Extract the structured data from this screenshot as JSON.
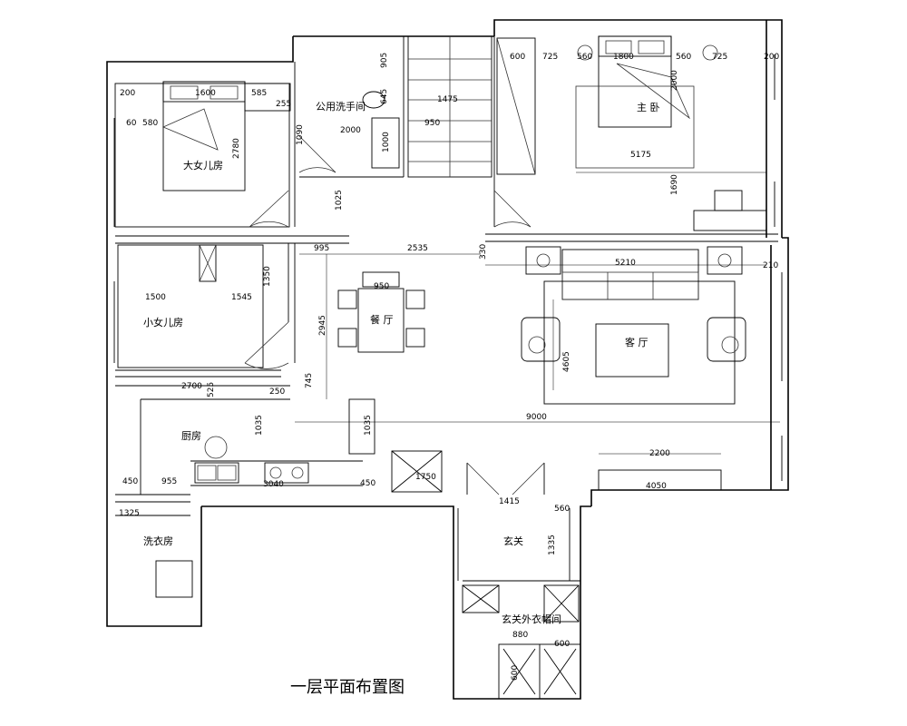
{
  "title": "一层平面布置图",
  "rooms": {
    "master": "主 卧",
    "public_bath": "公用洗手间",
    "elder_daughter": "大女儿房",
    "younger_daughter": "小女儿房",
    "dining": "餐 厅",
    "living": "客 厅",
    "kitchen": "厨房",
    "laundry": "洗衣房",
    "foyer": "玄关",
    "foyer_closet": "玄关外衣帽间"
  },
  "dims": {
    "d1800": "1800",
    "d725a": "725",
    "d725b": "725",
    "d560a": "560",
    "d560b": "560",
    "d600top": "600",
    "d200a": "200",
    "d2000v": "2000",
    "d5175": "5175",
    "d1690": "1690",
    "d1600": "1600",
    "d585": "585",
    "d255": "255",
    "d200b": "200",
    "d580": "580",
    "d60": "60",
    "d2780": "2780",
    "d1475": "1475",
    "d950top": "950",
    "d2000": "2000",
    "d1000": "1000",
    "d1025": "1025",
    "d645": "645",
    "d905": "905",
    "d1090": "1090",
    "d995": "995",
    "d2535": "2535",
    "d330": "330",
    "d5210": "5210",
    "d210": "210",
    "d950": "950",
    "d2945": "2945",
    "d745": "745",
    "d4605": "4605",
    "d1500": "1500",
    "d1545": "1545",
    "d1350": "1350",
    "d2700": "2700",
    "d525": "525",
    "d250": "250",
    "d1035a": "1035",
    "d1035b": "1035",
    "d9000": "9000",
    "d2200": "2200",
    "d4050": "4050",
    "d450a": "450",
    "d955": "955",
    "d3040": "3040",
    "d450b": "450",
    "d1750": "1750",
    "d1325": "1325",
    "d1415": "1415",
    "d560c": "560",
    "d1335": "1335",
    "d880": "880",
    "d600b": "600",
    "d600c": "600"
  }
}
